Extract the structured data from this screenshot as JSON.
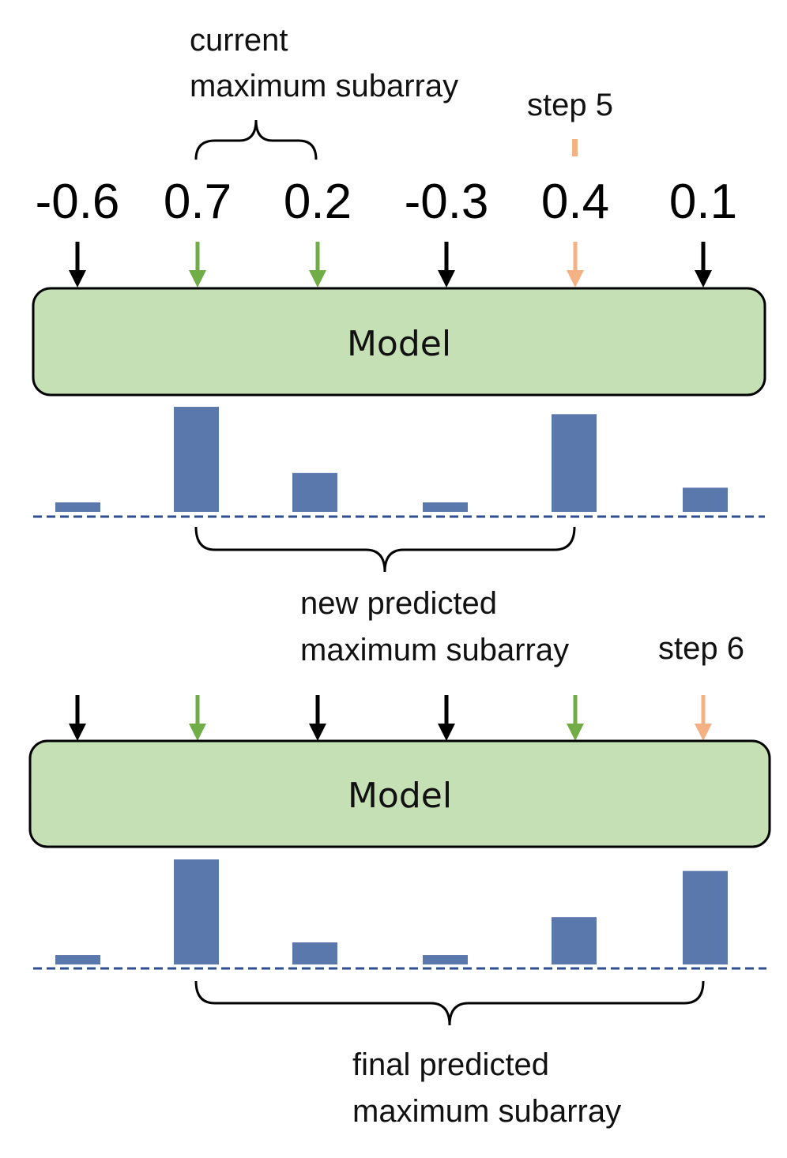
{
  "colors": {
    "black_arrow": "#000000",
    "green_arrow": "#70ad47",
    "orange_arrow": "#f4b183",
    "bar": "#5b78ad",
    "baseline": "#2f4f8f",
    "model_fill": "#c5e0b4",
    "model_stroke": "#000000"
  },
  "labels": {
    "current_line1": "current",
    "current_line2": "maximum subarray",
    "step5": "step 5",
    "step6": "step 6",
    "new_line1": "new predicted",
    "new_line2": "maximum subarray",
    "final_line1": "final predicted",
    "final_line2": "maximum subarray"
  },
  "sequence": [
    "-0.6",
    "0.7",
    "0.2",
    "-0.3",
    "0.4",
    "0.1"
  ],
  "model1": {
    "label": "Model",
    "arrow_colors": [
      "black",
      "green",
      "green",
      "black",
      "orange",
      "black"
    ],
    "outputs": [
      0.09,
      1.0,
      0.37,
      0.09,
      0.93,
      0.23
    ]
  },
  "model2": {
    "label": "Model",
    "arrow_colors": [
      "black",
      "green",
      "black",
      "black",
      "green",
      "orange"
    ],
    "outputs": [
      0.09,
      1.0,
      0.21,
      0.09,
      0.45,
      0.89
    ]
  }
}
